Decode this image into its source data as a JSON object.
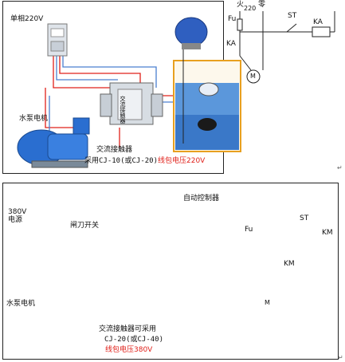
{
  "top": {
    "single_phase_label": "单相220V",
    "pump_label": "水泵电机",
    "contactor_caption": "交流接触器",
    "contactor_model": "采用CJ-10(或CJ-20)",
    "coil_voltage": "线包电压220V",
    "contactor_face_text": "交流接触器",
    "schematic": {
      "fire": "火",
      "zero": "零",
      "v220": "220",
      "fu": "Fu",
      "st": "ST",
      "ka_coil": "KA",
      "ka_contact": "KA",
      "motor": "M"
    }
  },
  "bottom": {
    "v380_label": "380V",
    "power_label": "电源",
    "knife_switch_label": "闸刀开关",
    "pump_label": "水泵电机",
    "auto_controller_label": "自动控制器",
    "contactor_caption": "交流接触器可采用",
    "contactor_model": "CJ-20(或CJ-40)",
    "coil_voltage": "线包电压380V",
    "schematic": {
      "fu": "Fu",
      "st": "ST",
      "km_coil": "KM",
      "km_contact": "KM",
      "motor": "M"
    }
  },
  "return_mark": "↵",
  "colors": {
    "line_red": "#e0201a",
    "line_blue": "#4a7fd0",
    "water": "#3a78c8",
    "tank_border": "#e8a020",
    "controller_blue": "#2f5fc0",
    "contactor_orange": "#e06030"
  }
}
